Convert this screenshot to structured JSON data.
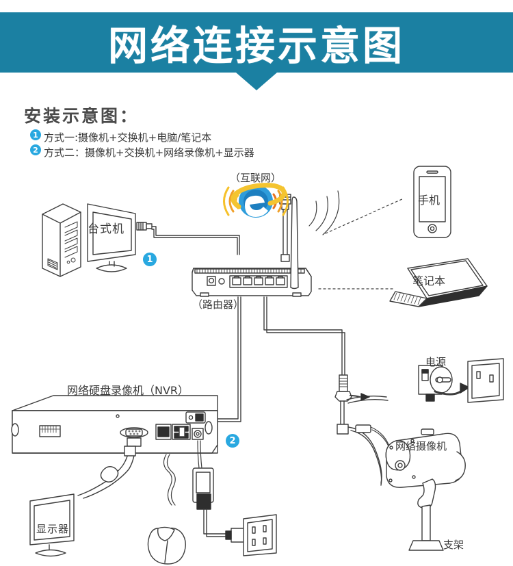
{
  "header": {
    "title": "网络连接示意图",
    "bg_color": "#1b80a2"
  },
  "legend": {
    "title": "安装示意图：",
    "items": [
      {
        "num": "1",
        "text": "方式一:摄像机+交换机+电脑/笔记本"
      },
      {
        "num": "2",
        "text": "方式二：摄像机+交换机+网络录像机+显示器"
      }
    ],
    "badge_color": "#29a8e0"
  },
  "diagram": {
    "markers": [
      {
        "num": "1",
        "name": "path-marker-one"
      },
      {
        "num": "2",
        "name": "path-marker-two"
      }
    ],
    "labels": {
      "internet": "（互联网）",
      "phone": "手机",
      "laptop": "笔记本",
      "router": "（路由器）",
      "desktop": "台式机",
      "nvr": "网络硬盘录像机（NVR）",
      "monitor": "显示器",
      "power": "电源",
      "camera": "网络摄像机",
      "bracket": "支架"
    },
    "icons": {
      "internet_browser": "ie-browser-icon",
      "wifi_signal": "wifi-signal-icon",
      "antenna": "antenna-icon"
    },
    "colors": {
      "line": "#3d3d3d",
      "ie_blue": "#2f9ddb",
      "ie_ring": "#f5b921",
      "signal": "#f5a623"
    }
  }
}
